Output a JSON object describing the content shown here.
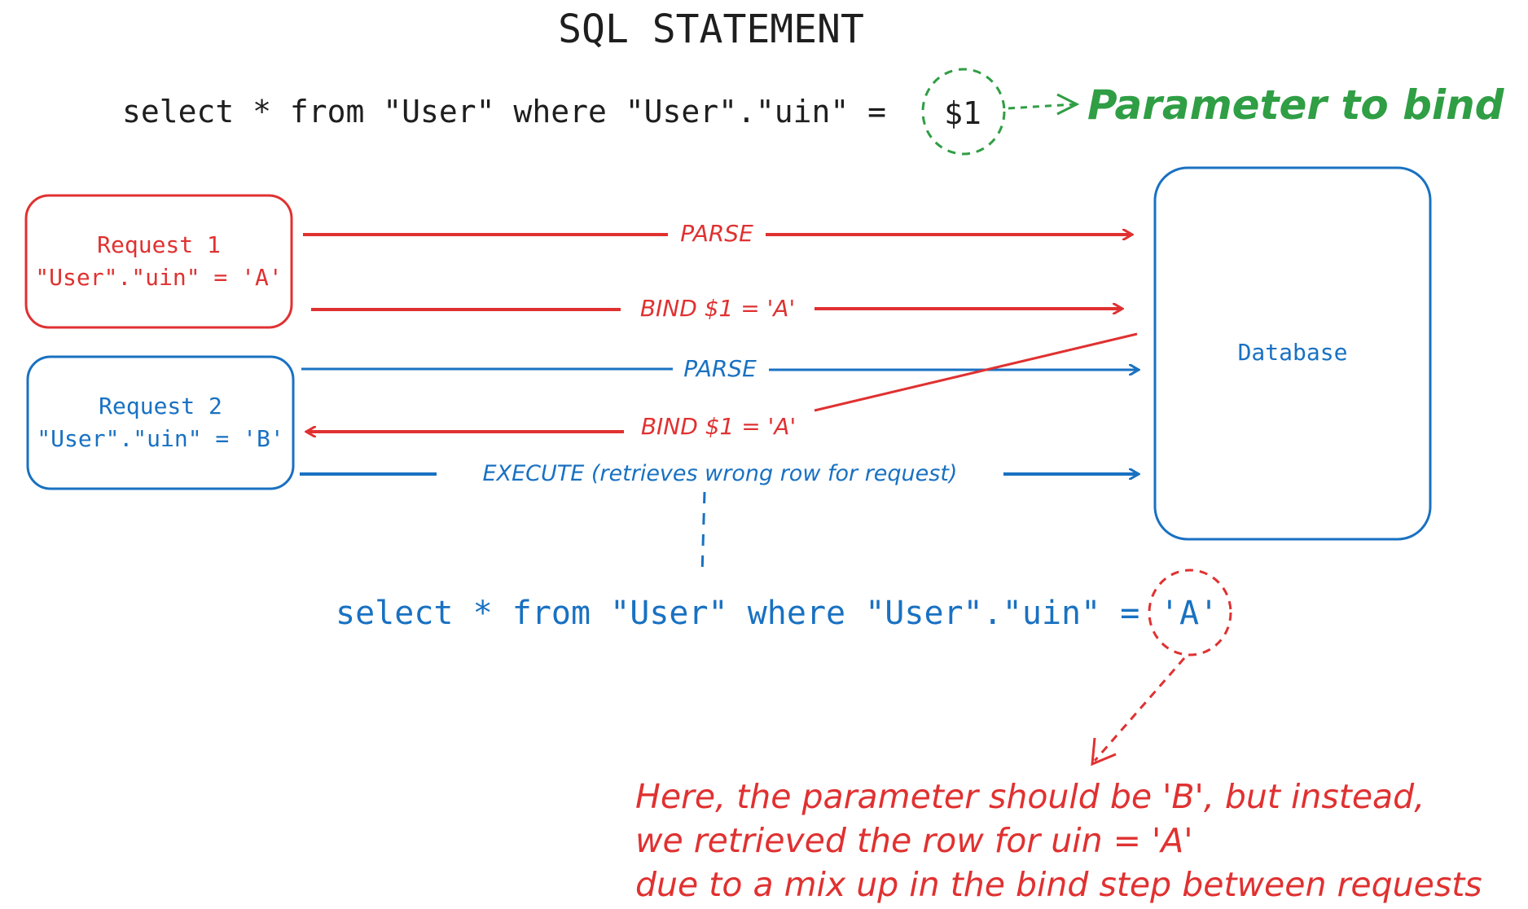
{
  "title": "SQL STATEMENT",
  "sql_template": {
    "prefix": "select * from \"User\" where \"User\".\"uin\" =",
    "param": "$1"
  },
  "param_callout": "Parameter to bind",
  "request1": {
    "title": "Request 1",
    "condition": "\"User\".\"uin\" = 'A'"
  },
  "request2": {
    "title": "Request 2",
    "condition": "\"User\".\"uin\" = 'B'"
  },
  "database_label": "Database",
  "arrows": {
    "parse1": "PARSE",
    "bind1": "BIND $1 = 'A'",
    "parse2": "PARSE",
    "bind2": "BIND $1 = 'A'",
    "execute": "EXECUTE (retrieves wrong row for request)"
  },
  "sql_result": {
    "prefix": "select * from \"User\" where \"User\".\"uin\" =",
    "param": "'A'"
  },
  "note": {
    "line1": "Here, the parameter should be 'B', but instead,",
    "line2": "we retrieved the row for uin = 'A'",
    "line3": "due to a mix up in the bind step between requests"
  },
  "colors": {
    "red": "#e03131",
    "blue": "#1971c2",
    "green": "#2f9e44",
    "black": "#1e1e1e"
  }
}
